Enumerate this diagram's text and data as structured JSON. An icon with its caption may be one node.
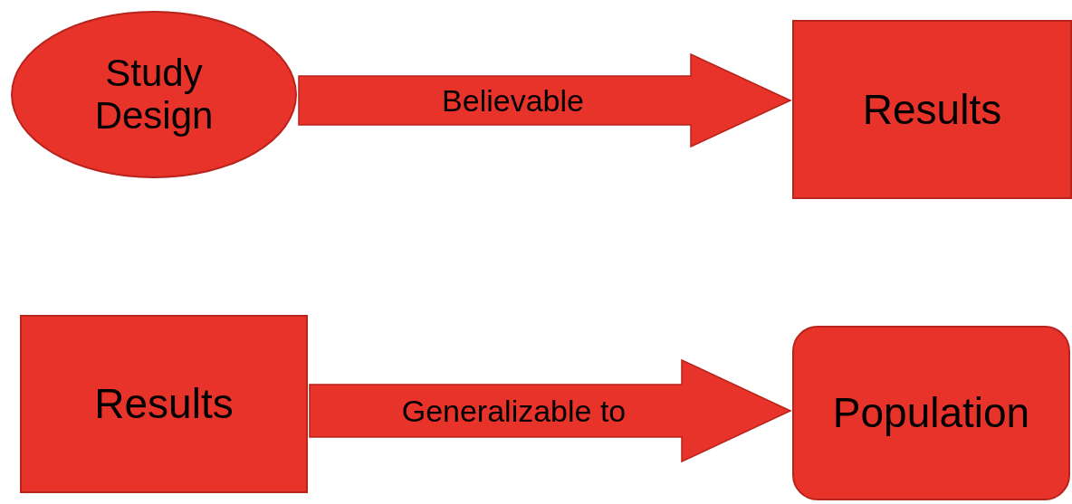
{
  "diagram": {
    "nodes": [
      {
        "text": [
          "Study Design"
        ]
      },
      {
        "text": [
          "Results"
        ]
      },
      {
        "text": [
          "Results"
        ]
      },
      {
        "text": [
          "Population"
        ]
      }
    ],
    "edges": [
      {
        "from": 0,
        "to": 1,
        "arrow": "to",
        "label": "Believable"
      },
      {
        "from": 2,
        "to": 3,
        "arrow": "to",
        "label": "Generalizable to"
      }
    ]
  }
}
